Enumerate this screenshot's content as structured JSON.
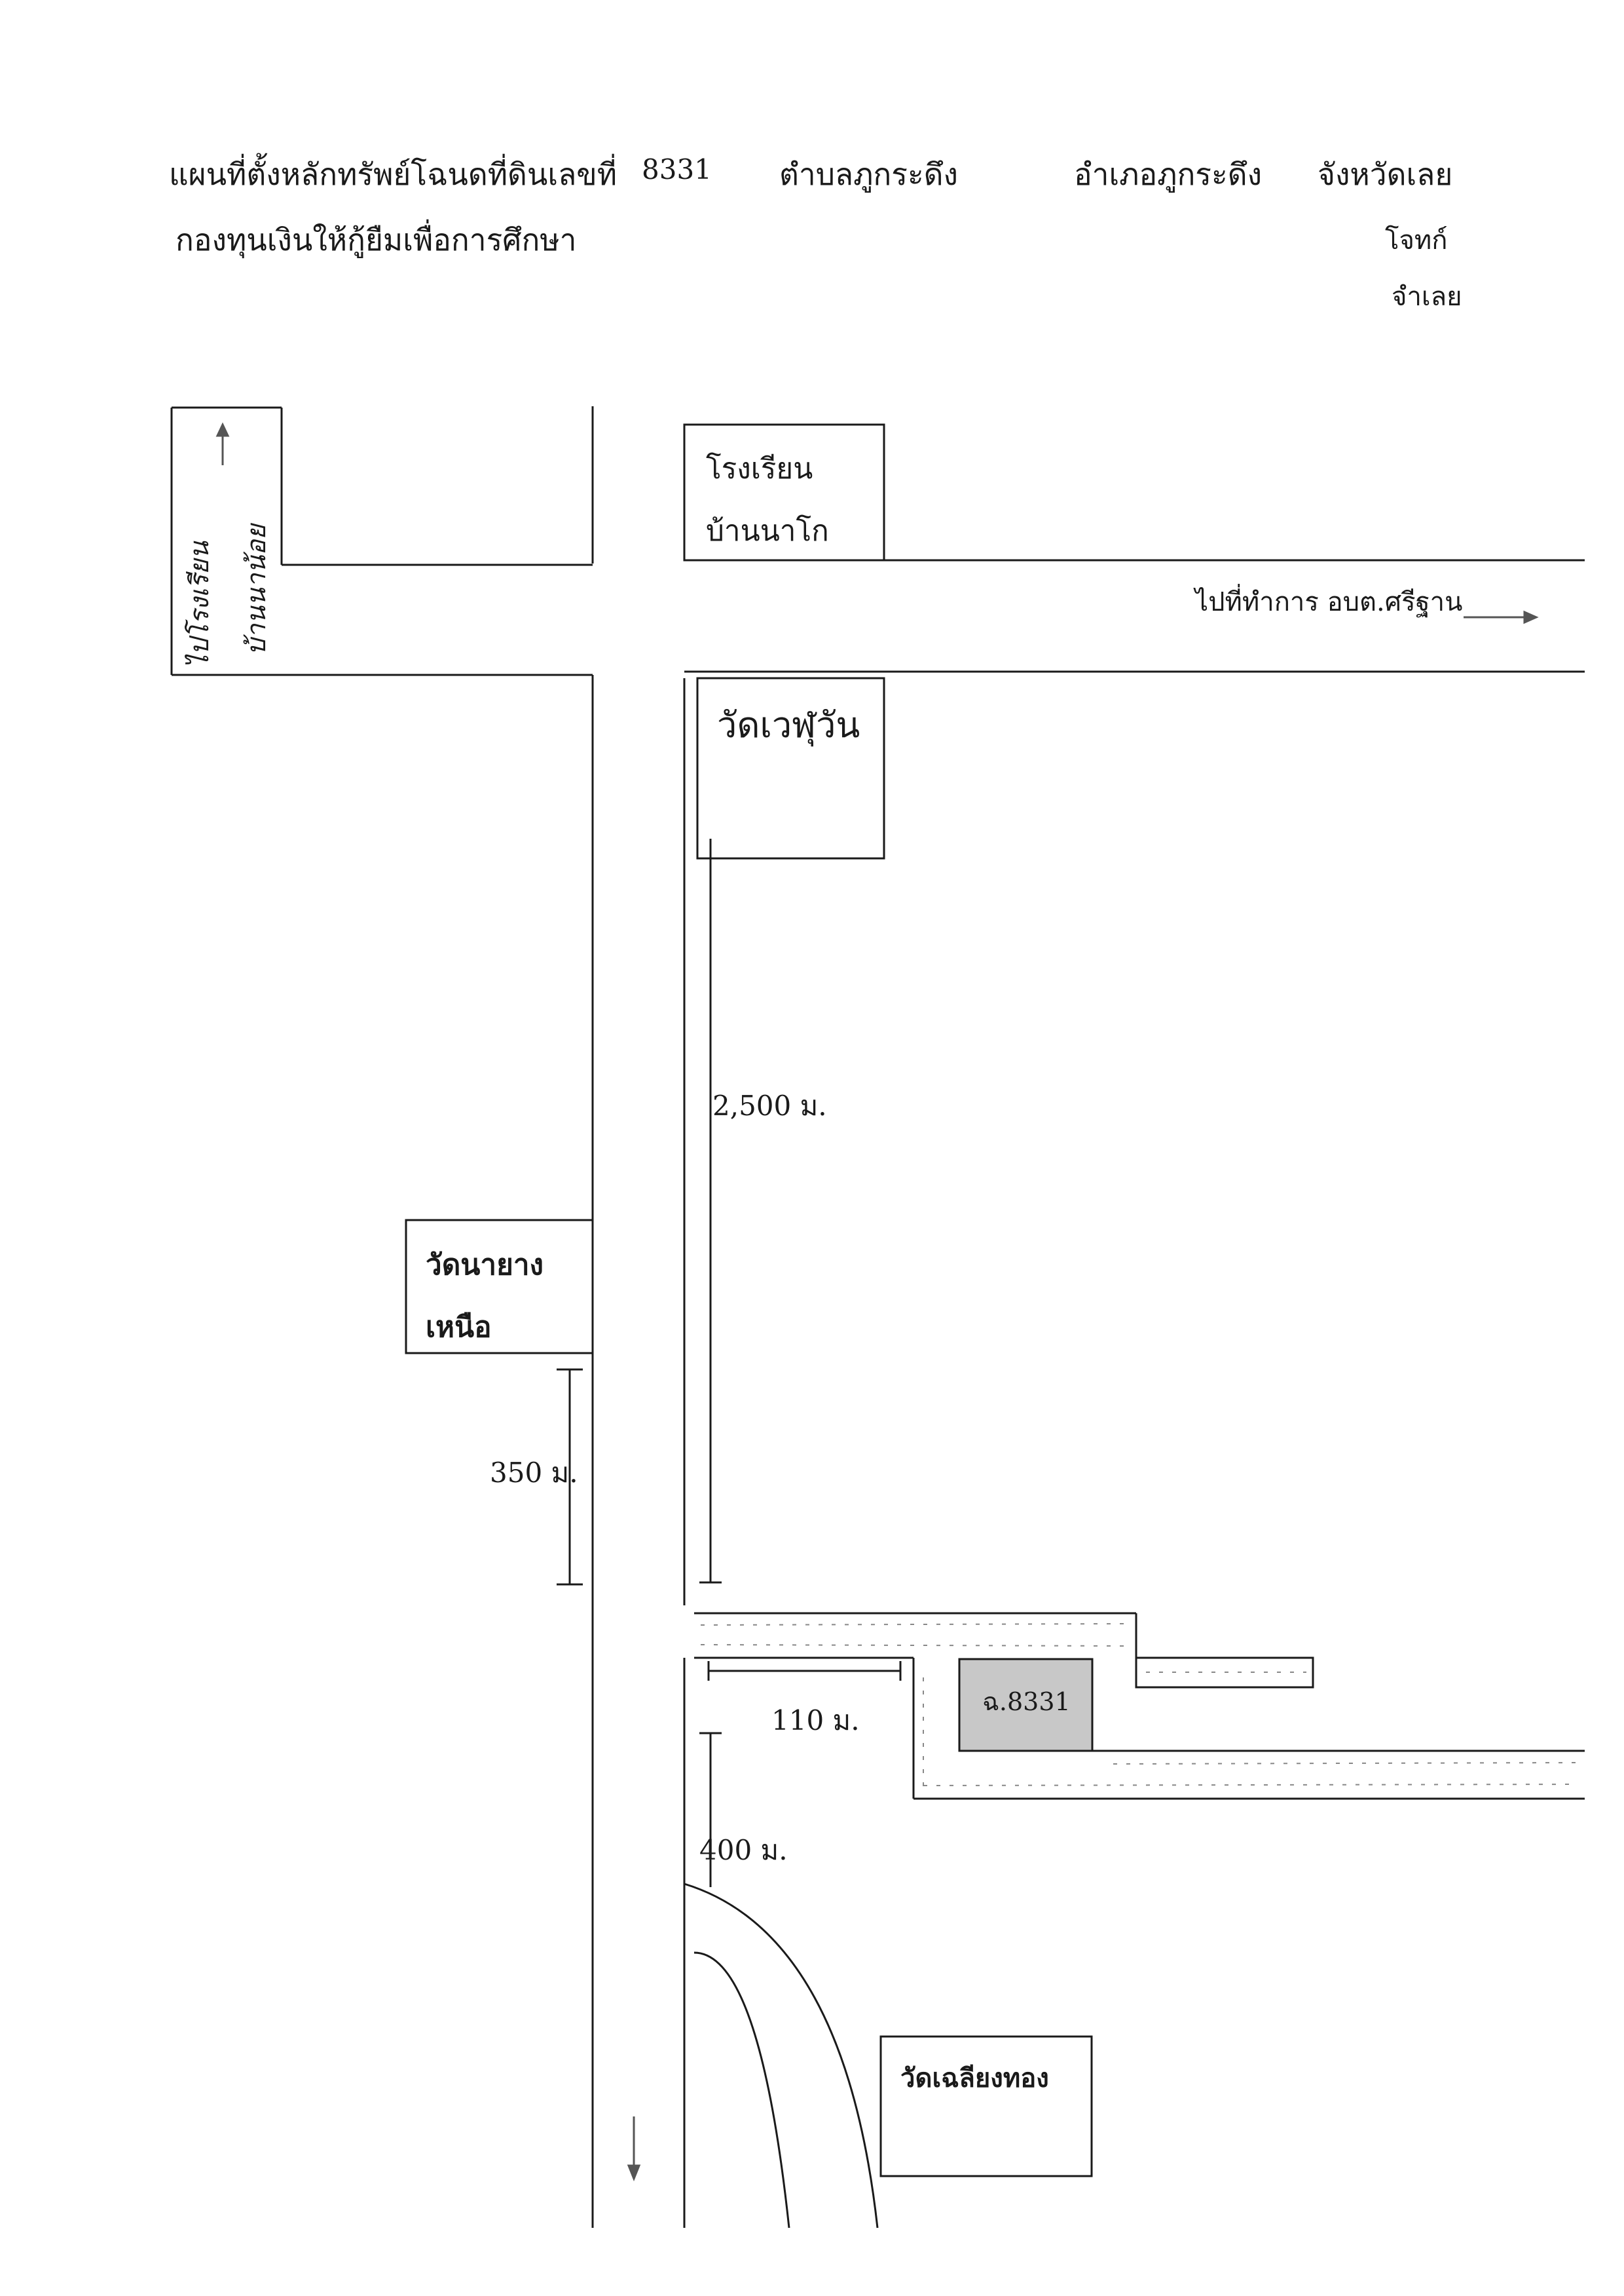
{
  "header": {
    "title": "แผนที่ตั้งหลักทรัพย์โฉนดที่ดินเลขที่",
    "deed_number": "8331",
    "subdistrict": "ตำบลภูกระดึง",
    "district": "อำเภอภูกระดึง",
    "province": "จังหวัดเลย",
    "creditor": "กองทุนเงินให้กู้ยืมเพื่อการศึกษา",
    "plaintiff": "โจทก์",
    "defendant": "จำเลย"
  },
  "landmarks": {
    "school": [
      "โรงเรียน",
      "บ้านนาโก"
    ],
    "wat_wephuwan": "วัดเวฬุวัน",
    "wat_nayang": [
      "วัดนายาง",
      "เหนือ"
    ],
    "wat_chaliang": "วัดเฉลียงทอง",
    "handwritten_note": [
      "ไปโรงเรียน",
      "บ้านนาน้อย"
    ]
  },
  "directions": {
    "to_office": "ไปที่ทำการ อบต.ศรีฐาน"
  },
  "distances": {
    "north_segment": "2,500 ม.",
    "west_segment": "350 ม.",
    "lane_segment": "110 ม.",
    "south_segment": "400 ม."
  },
  "parcel": {
    "label": "ฉ.8331",
    "fill": "#c8c8c8"
  },
  "colors": {
    "ink": "#1a1a1a",
    "pencil": "#777777",
    "arrow": "#555555"
  }
}
